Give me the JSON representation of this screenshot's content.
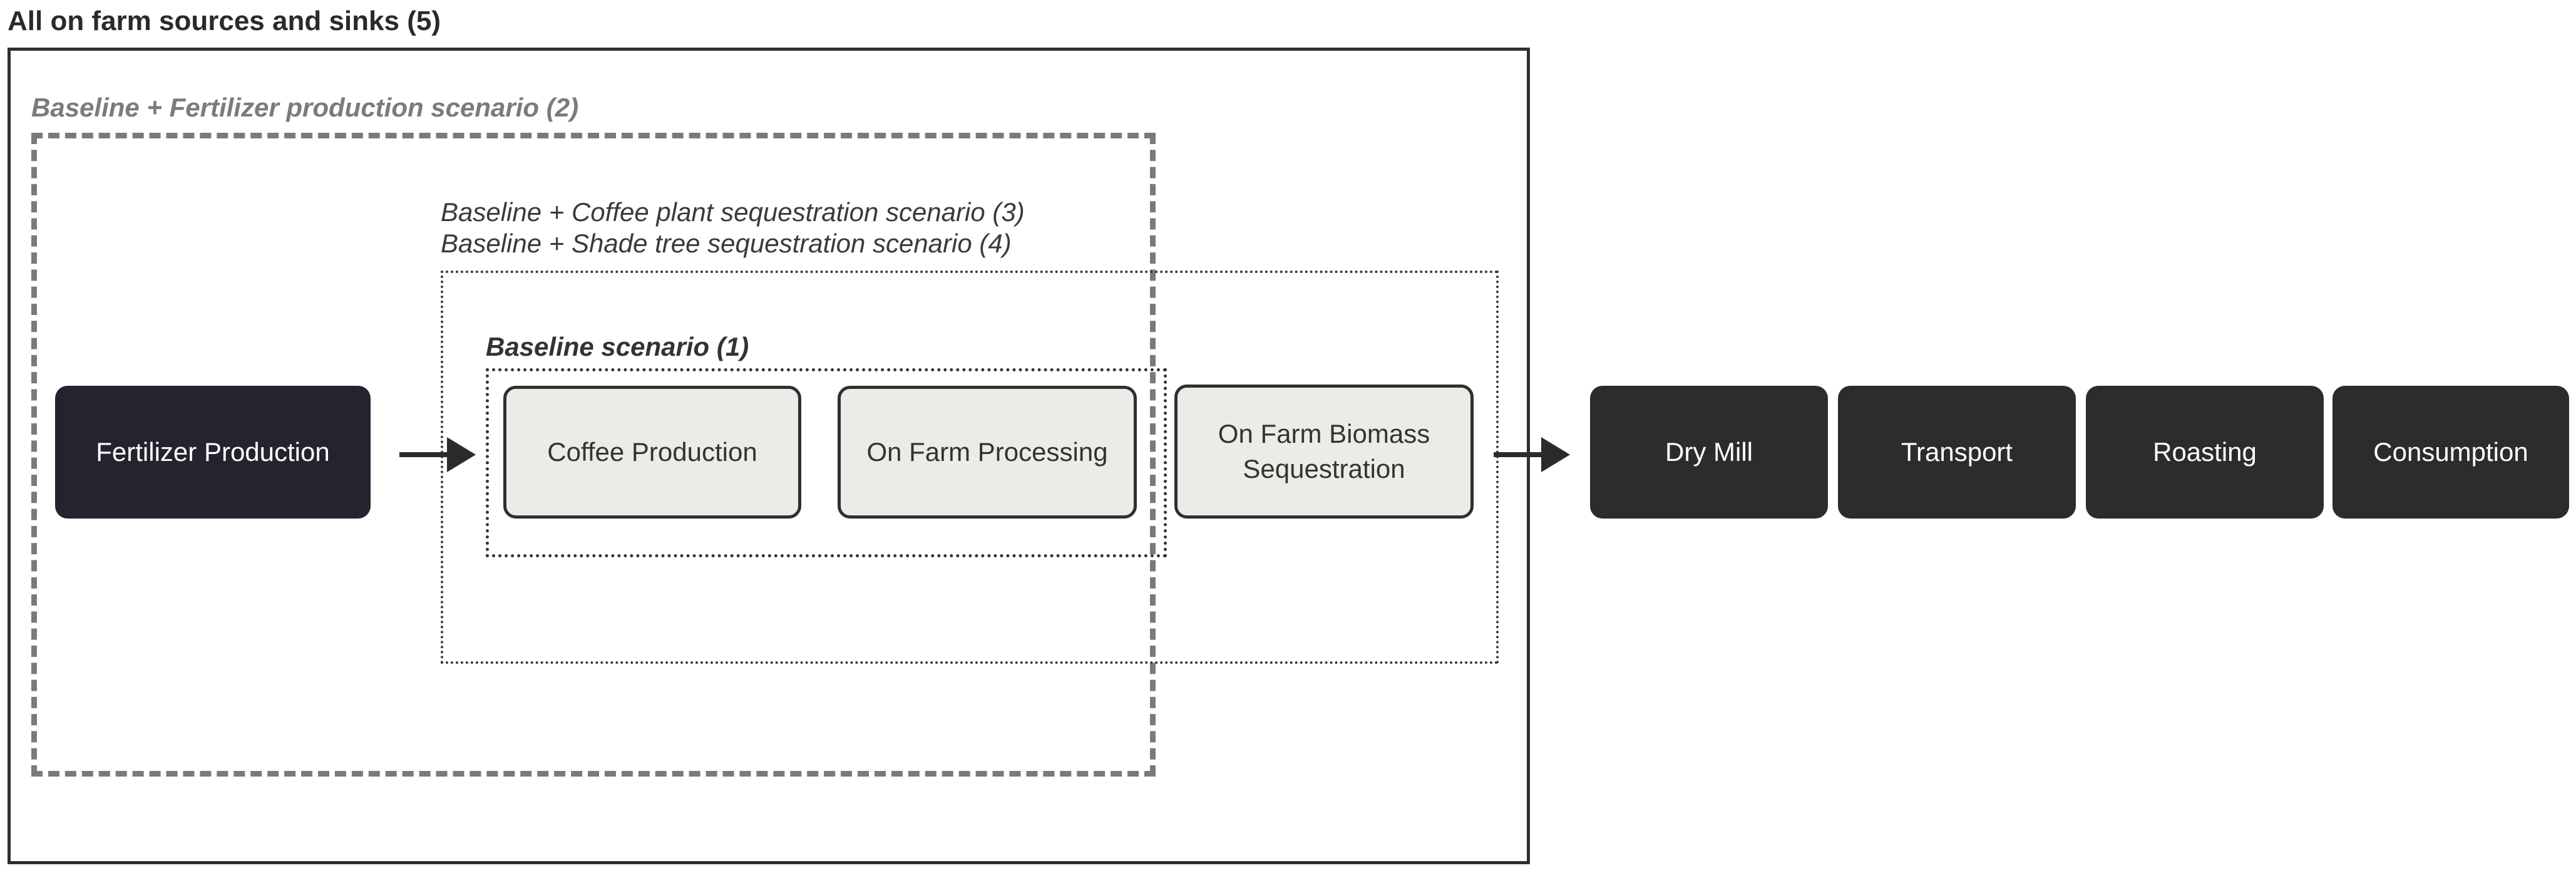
{
  "scopes": {
    "all": "All on farm sources and sinks (5)",
    "fertilizer": "Baseline + Fertilizer production scenario (2)",
    "coffee_plant": "Baseline + Coffee plant sequestration scenario (3)",
    "shade_tree": "Baseline + Shade tree sequestration scenario (4)",
    "baseline": "Baseline scenario (1)"
  },
  "nodes": {
    "fertilizer_production": "Fertilizer Production",
    "coffee_production": "Coffee Production",
    "on_farm_processing": "On Farm Processing",
    "biomass_line1": "On Farm Biomass",
    "biomass_line2": "Sequestration",
    "dry_mill": "Dry Mill",
    "transport": "Transport",
    "roasting": "Roasting",
    "consumption": "Consumption"
  },
  "colors": {
    "dark_box": "#2c2c2c",
    "fertilizer_box": "#26232f",
    "light_box": "#ecebe7",
    "dashed_frame": "#7a7a7a"
  }
}
